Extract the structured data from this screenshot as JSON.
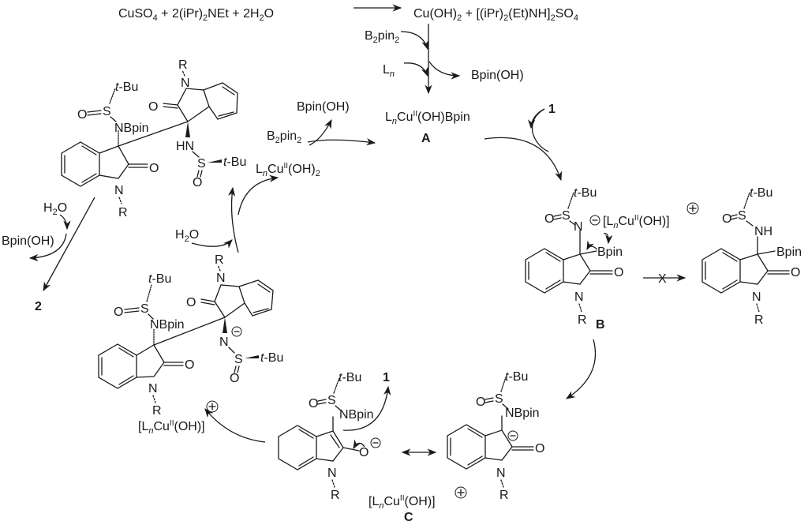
{
  "header": {
    "reactants": "CuSO4 + 2(iPr)2NEt + 2H2O",
    "products": "Cu(OH)2 + [(iPr)2(Et)NH]2SO4"
  },
  "activation": {
    "reagent1": "B2pin2",
    "reagent2": "Ln",
    "byproduct": "Bpin(OH)"
  },
  "species_A": {
    "formula": "LnCuII(OH)Bpin",
    "label": "A"
  },
  "substrate_label": "1",
  "product_label": "2",
  "species_B": {
    "label": "B",
    "counterion": "[LnCuII(OH)]",
    "counterion_charge": "+",
    "anion_charge": "−",
    "groups": [
      "t-Bu",
      "O=S",
      "N",
      "Bpin",
      "O",
      "N",
      "R"
    ]
  },
  "blocked_product": {
    "blocked_marker": "X",
    "groups": [
      "t-Bu",
      "O=S",
      "NH",
      "Bpin",
      "O",
      "N",
      "R"
    ]
  },
  "species_C": {
    "label": "C",
    "counterion": "[LnCuII(OH)]",
    "counterion_charge": "+",
    "groups": [
      "t-Bu",
      "O=S",
      "NBpin",
      "O",
      "N",
      "R"
    ],
    "resonance_left_charge": "−",
    "resonance_right_charge": "−"
  },
  "adduct_anion": {
    "counterion": "[LnCuII(OH)]",
    "counterion_charge": "+",
    "groups": [
      "t-Bu",
      "O=S",
      "NBpin",
      "O",
      "N",
      "R",
      "R",
      "O",
      "N",
      "S",
      "t-Bu",
      "O"
    ]
  },
  "adduct_neutral": {
    "groups": [
      "t-Bu",
      "O=S",
      "NBpin",
      "O",
      "N",
      "R",
      "R",
      "O",
      "HN",
      "S",
      "t-Bu",
      "O"
    ]
  },
  "regeneration": {
    "water_in": "H2O",
    "copper_hydroxide": "LnCuII(OH)2",
    "reagent": "B2pin2",
    "byproduct": "Bpin(OH)"
  },
  "hydrolysis": {
    "water_in": "H2O",
    "byproduct": "Bpin(OH)"
  }
}
